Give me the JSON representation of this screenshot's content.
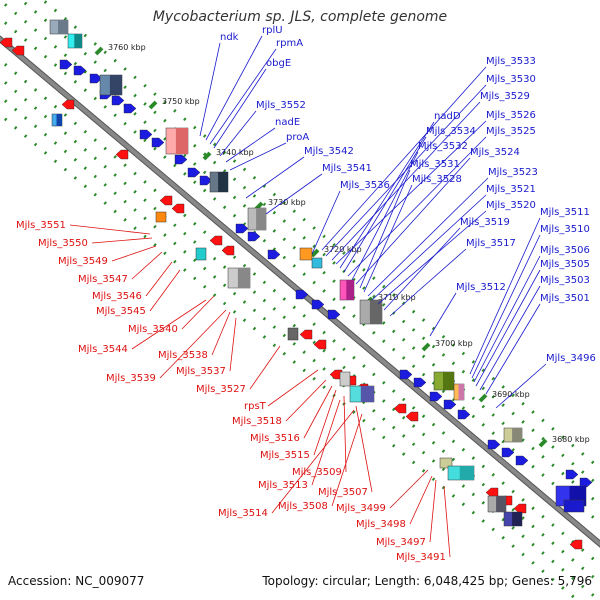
{
  "title": "Mycobacterium sp. JLS, complete genome",
  "footer": {
    "accession": "Accession: NC_009077",
    "summary": "Topology: circular; Length: 6,048,425 bp; Genes: 5,796"
  },
  "colors": {
    "forward_label": "#1a1acc",
    "reverse_label": "#dd1111",
    "axis": "#888888",
    "minor_tick": "#2a8a2a",
    "major_tick": "#2a8a2a"
  },
  "axis_ticks": [
    "3760 kbp",
    "3750 kbp",
    "3740 kbp",
    "3730 kbp",
    "3720 kbp",
    "3710 kbp",
    "3700 kbp",
    "3690 kbp",
    "3680 kbp"
  ],
  "forward_labels": [
    "ndk",
    "rplU",
    "rpmA",
    "obgE",
    "Mjls_3552",
    "nadE",
    "proA",
    "Mjls_3542",
    "Mjls_3541",
    "Mjls_3536",
    "Mjls_3533",
    "Mjls_3530",
    "Mjls_3529",
    "Mjls_3526",
    "nadD",
    "Mjls_3534",
    "Mjls_3525",
    "Mjls_3532",
    "Mjls_3524",
    "Mjls_3531",
    "Mjls_3528",
    "Mjls_3523",
    "Mjls_3521",
    "Mjls_3520",
    "Mjls_3519",
    "Mjls_3517",
    "Mjls_3511",
    "Mjls_3510",
    "Mjls_3506",
    "Mjls_3505",
    "Mjls_3512",
    "Mjls_3503",
    "Mjls_3501",
    "Mjls_3496"
  ],
  "reverse_labels": [
    "Mjls_3551",
    "Mjls_3550",
    "Mjls_3549",
    "Mjls_3547",
    "Mjls_3546",
    "Mjls_3545",
    "Mjls_3544",
    "Mjls_3540",
    "Mjls_3539",
    "Mjls_3538",
    "Mjls_3537",
    "Mjls_3527",
    "rpsT",
    "Mjls_3518",
    "Mjls_3516",
    "Mjls_3515",
    "Mjls_3509",
    "Mjls_3513",
    "Mjls_3507",
    "Mjls_3514",
    "Mjls_3508",
    "Mjls_3499",
    "Mjls_3498",
    "Mjls_3497",
    "Mjls_3491"
  ]
}
